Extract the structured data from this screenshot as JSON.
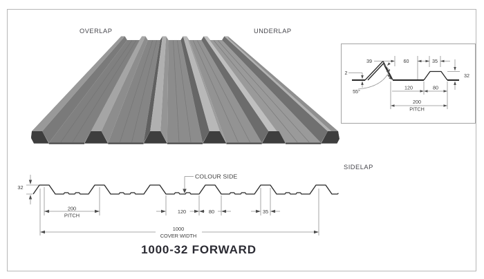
{
  "title": "1000-32 FORWARD",
  "labels": {
    "overlap": "OVERLAP",
    "underlap": "UNDERLAP",
    "sidelap": "SIDELAP",
    "colour_side": "COLOUR SIDE"
  },
  "detail_inset": {
    "dims": {
      "slope_length": "39",
      "top_gap": "60",
      "crown_width": "35",
      "thickness": "2",
      "rib_height": "32",
      "slope_angle": "55°",
      "valley_width": "120",
      "rib_base_width": "80",
      "pitch_value": "200",
      "pitch_label": "PITCH"
    }
  },
  "profile_drawing": {
    "dims": {
      "rib_height": "32",
      "pitch_value": "200",
      "pitch_label": "PITCH",
      "valley_width": "120",
      "rib_base_width": "80",
      "crown_width": "35",
      "cover_value": "1000",
      "cover_label": "COVER WIDTH"
    }
  },
  "colors": {
    "profile_line": "#262626",
    "dimension_line": "#8f8f8f",
    "dimension_text": "#3a3a3a",
    "label_text": "#46464c",
    "title_text": "#2b2b33",
    "card_border": "#b6b6b6",
    "inset_border": "#a3a3a3",
    "sheet_dark": "#4f4f4f",
    "sheet_light": "#c0c0c0"
  }
}
